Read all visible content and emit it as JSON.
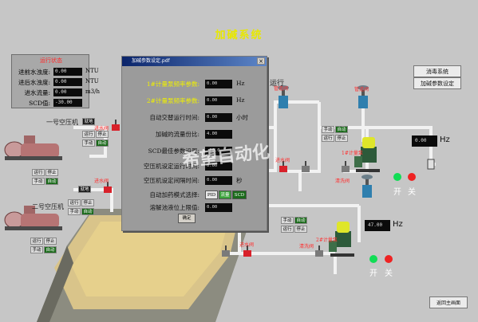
{
  "page": {
    "title": "加碱系统"
  },
  "info_panel": {
    "title": "运行状态",
    "rows": [
      {
        "label": "进前水浊度:",
        "value": "0.00",
        "unit": "NTU"
      },
      {
        "label": "进后水浊度:",
        "value": "0.00",
        "unit": "NTU"
      },
      {
        "label": "进水流量:",
        "value": "0.00",
        "unit": "m3/h"
      },
      {
        "label": "SCD值:",
        "value": "-30.00",
        "unit": ""
      }
    ]
  },
  "compressors": [
    {
      "name": "一号空压机",
      "bank": "就地",
      "run": "运行",
      "stop": "停止",
      "manual": "手动",
      "auto": "自动"
    },
    {
      "name": "二号空压机",
      "bank": "就地",
      "run": "运行",
      "stop": "停止",
      "manual": "手动",
      "auto": "自动"
    }
  ],
  "valve_labels": [
    "进水阀",
    "进水阀",
    "进水阀",
    "进水阀",
    "管道阀",
    "清洗阀",
    "管道阀",
    "清洗阀"
  ],
  "pump_labels": [
    "1#计量泵",
    "2#计量泵"
  ],
  "pump_controls": {
    "manual": "手动",
    "auto": "自动",
    "run": "运行",
    "stop": "停止"
  },
  "freq_display": [
    "0.00",
    "47.00"
  ],
  "hz_unit": "Hz",
  "switch_labels": {
    "on": "开",
    "off": "关"
  },
  "side_buttons": {
    "disinfect": "消毒系统",
    "alkali_params": "加碱参数设定",
    "back": "返回主画面"
  },
  "partial_text": "运行",
  "colors": {
    "title_yellow": "#e8e800",
    "pipe": "#f2f2f2",
    "green_lamp": "#11dd55",
    "red_lamp": "#ee2222"
  },
  "dialog": {
    "title": "加碱参数设定.pdf",
    "rows": [
      {
        "label": "1#计量泵频率参数:",
        "value": "0.00",
        "unit": "Hz",
        "highlight": true
      },
      {
        "label": "2#计量泵频率参数:",
        "value": "0.00",
        "unit": "Hz",
        "highlight": true
      },
      {
        "label": "自动交替运行时间:",
        "value": "0.00",
        "unit": "小时"
      },
      {
        "label": "加碱的流量份比:",
        "value": "4.00",
        "unit": ""
      },
      {
        "label": "SCD最佳参数设置:",
        "value": "-30.0",
        "unit": ""
      },
      {
        "label": "空压机设定运行时间:",
        "value": "0.00",
        "unit": ""
      },
      {
        "label": "空压机设定间隔时间:",
        "value": "0.00",
        "unit": "秒"
      },
      {
        "label": "自动加药模式选择:",
        "value": "",
        "unit": ""
      },
      {
        "label": "溶解池液位上限值:",
        "value": "0.00",
        "unit": ""
      }
    ],
    "mode_pid": "PID",
    "mode_flow": "流量",
    "mode_scd": "SCD",
    "ok_label": "确定"
  },
  "watermark": "希望自动化"
}
